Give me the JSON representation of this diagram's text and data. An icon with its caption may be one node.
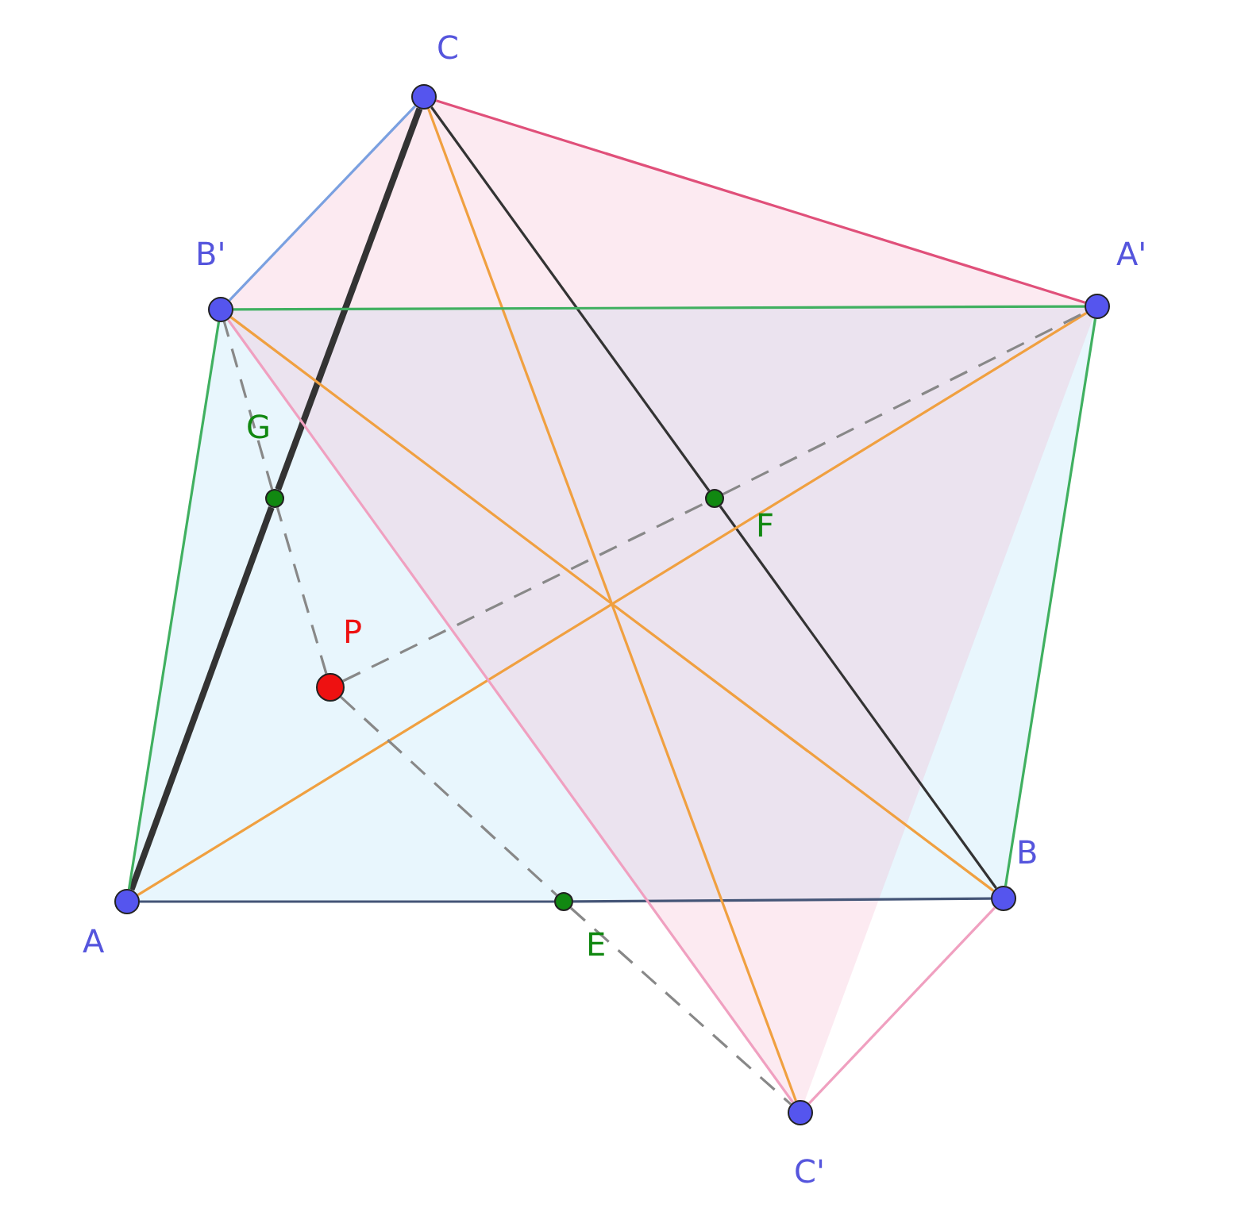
{
  "diagram": {
    "nodes": [
      {
        "text": [
          "C"
        ]
      },
      {
        "text": [
          "B'"
        ]
      },
      {
        "text": [
          "A'"
        ]
      },
      {
        "text": [
          "G"
        ]
      },
      {
        "text": [
          "F"
        ]
      },
      {
        "text": [
          "P"
        ]
      },
      {
        "text": [
          "B"
        ]
      },
      {
        "text": [
          "A"
        ]
      },
      {
        "text": [
          "E"
        ]
      },
      {
        "text": [
          "C'"
        ]
      }
    ],
    "edges": [
      {
        "from": 7,
        "to": 3,
        "arrow": "none",
        "style": "thick",
        "color": "#333333"
      },
      {
        "from": 3,
        "to": 0,
        "arrow": "none",
        "style": "thick",
        "color": "#333333"
      },
      {
        "from": 0,
        "to": 4,
        "arrow": "none",
        "color": "#333333"
      },
      {
        "from": 4,
        "to": 6,
        "arrow": "none",
        "color": "#333333"
      },
      {
        "from": 7,
        "to": 8,
        "arrow": "none",
        "color": "#445577"
      },
      {
        "from": 8,
        "to": 6,
        "arrow": "none",
        "color": "#445577"
      },
      {
        "from": 0,
        "to": 2,
        "arrow": "none",
        "color": "#e0507a"
      },
      {
        "from": 0,
        "to": 9,
        "arrow": "none",
        "color": "#f0a040"
      },
      {
        "from": 0,
        "to": 1,
        "arrow": "none",
        "color": "#7aa0e0"
      },
      {
        "from": 1,
        "to": 2,
        "arrow": "none",
        "color": "#40b060"
      },
      {
        "from": 2,
        "to": 6,
        "arrow": "none",
        "color": "#40b060"
      },
      {
        "from": 1,
        "to": 7,
        "arrow": "none",
        "color": "#40b060"
      },
      {
        "from": 7,
        "to": 2,
        "arrow": "none",
        "color": "#f0a040"
      },
      {
        "from": 1,
        "to": 6,
        "arrow": "none",
        "color": "#f0a040"
      },
      {
        "from": 1,
        "to": 9,
        "arrow": "none",
        "color": "#f0a0c0"
      },
      {
        "from": 6,
        "to": 9,
        "arrow": "none",
        "color": "#f0a0c0"
      },
      {
        "from": 5,
        "to": 3,
        "arrow": "none",
        "style": "dashed",
        "color": "#888888"
      },
      {
        "from": 3,
        "to": 1,
        "arrow": "none",
        "style": "dashed",
        "color": "#888888"
      },
      {
        "from": 5,
        "to": 4,
        "arrow": "none",
        "style": "dashed",
        "color": "#888888"
      },
      {
        "from": 4,
        "to": 2,
        "arrow": "none",
        "style": "dashed",
        "color": "#888888"
      },
      {
        "from": 5,
        "to": 8,
        "arrow": "none",
        "style": "dashed",
        "color": "#888888"
      },
      {
        "from": 8,
        "to": 9,
        "arrow": "none",
        "style": "dashed",
        "color": "#888888"
      }
    ]
  }
}
